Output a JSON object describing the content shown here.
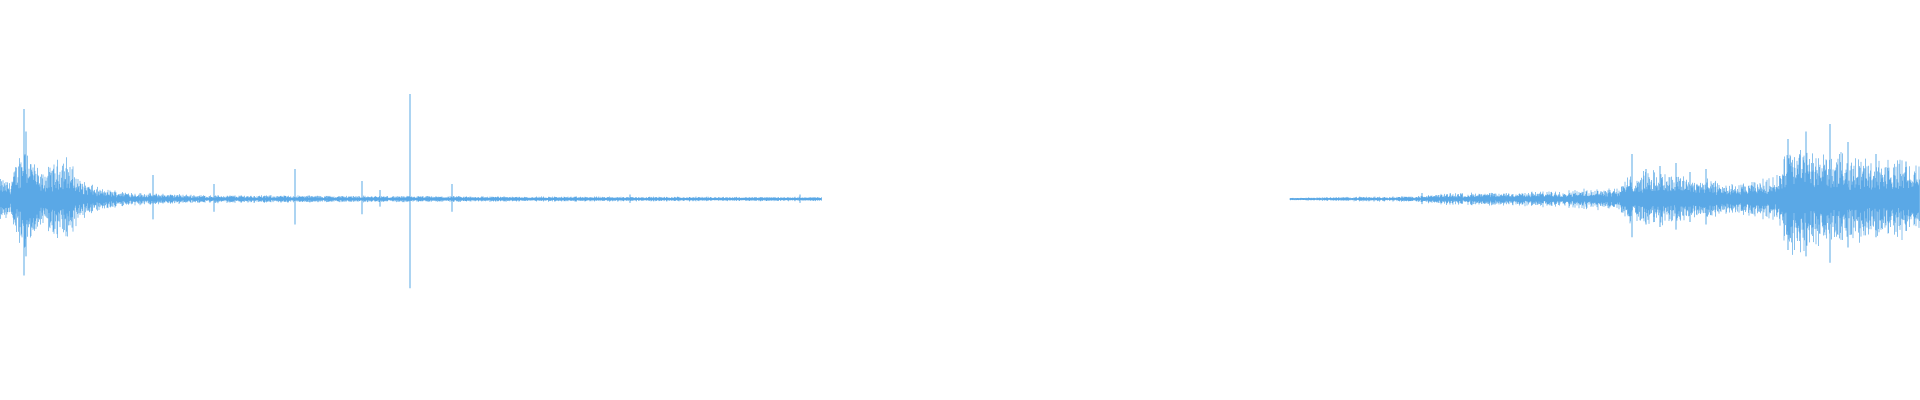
{
  "waveform": {
    "color": "#5aa8e6",
    "background": "#ffffff",
    "total_duration_units": 1920,
    "segments": [
      {
        "name": "segment-left",
        "start": 0,
        "end": 822,
        "baseline_amplitude": 0.012,
        "envelope": [
          {
            "t": 0,
            "a": 0.1
          },
          {
            "t": 10,
            "a": 0.09
          },
          {
            "t": 25,
            "a": 0.3
          },
          {
            "t": 40,
            "a": 0.12
          },
          {
            "t": 55,
            "a": 0.18
          },
          {
            "t": 65,
            "a": 0.22
          },
          {
            "t": 80,
            "a": 0.1
          },
          {
            "t": 100,
            "a": 0.05
          },
          {
            "t": 140,
            "a": 0.03
          },
          {
            "t": 200,
            "a": 0.02
          },
          {
            "t": 400,
            "a": 0.015
          },
          {
            "t": 600,
            "a": 0.012
          },
          {
            "t": 822,
            "a": 0.01
          }
        ],
        "spikes": [
          {
            "t": 24,
            "a": 0.6
          },
          {
            "t": 26,
            "a": 0.45
          },
          {
            "t": 153,
            "a": 0.16
          },
          {
            "t": 214,
            "a": 0.1
          },
          {
            "t": 295,
            "a": 0.2
          },
          {
            "t": 362,
            "a": 0.12
          },
          {
            "t": 380,
            "a": 0.06
          },
          {
            "t": 410,
            "a": 0.7
          },
          {
            "t": 452,
            "a": 0.1
          },
          {
            "t": 630,
            "a": 0.03
          },
          {
            "t": 800,
            "a": 0.03
          }
        ]
      },
      {
        "name": "segment-right",
        "start": 1290,
        "end": 1920,
        "baseline_amplitude": 0.01,
        "envelope": [
          {
            "t": 1290,
            "a": 0.006
          },
          {
            "t": 1340,
            "a": 0.01
          },
          {
            "t": 1420,
            "a": 0.015
          },
          {
            "t": 1450,
            "a": 0.03
          },
          {
            "t": 1500,
            "a": 0.03
          },
          {
            "t": 1560,
            "a": 0.04
          },
          {
            "t": 1620,
            "a": 0.06
          },
          {
            "t": 1630,
            "a": 0.12
          },
          {
            "t": 1660,
            "a": 0.14
          },
          {
            "t": 1700,
            "a": 0.1
          },
          {
            "t": 1740,
            "a": 0.07
          },
          {
            "t": 1775,
            "a": 0.11
          },
          {
            "t": 1790,
            "a": 0.26
          },
          {
            "t": 1830,
            "a": 0.22
          },
          {
            "t": 1870,
            "a": 0.2
          },
          {
            "t": 1920,
            "a": 0.18
          }
        ],
        "spikes": [
          {
            "t": 1422,
            "a": 0.04
          },
          {
            "t": 1632,
            "a": 0.3
          },
          {
            "t": 1646,
            "a": 0.2
          },
          {
            "t": 1660,
            "a": 0.22
          },
          {
            "t": 1676,
            "a": 0.24
          },
          {
            "t": 1690,
            "a": 0.18
          },
          {
            "t": 1706,
            "a": 0.2
          },
          {
            "t": 1788,
            "a": 0.4
          },
          {
            "t": 1806,
            "a": 0.45
          },
          {
            "t": 1830,
            "a": 0.5
          },
          {
            "t": 1848,
            "a": 0.38
          },
          {
            "t": 1876,
            "a": 0.3
          },
          {
            "t": 1906,
            "a": 0.25
          }
        ]
      }
    ]
  }
}
